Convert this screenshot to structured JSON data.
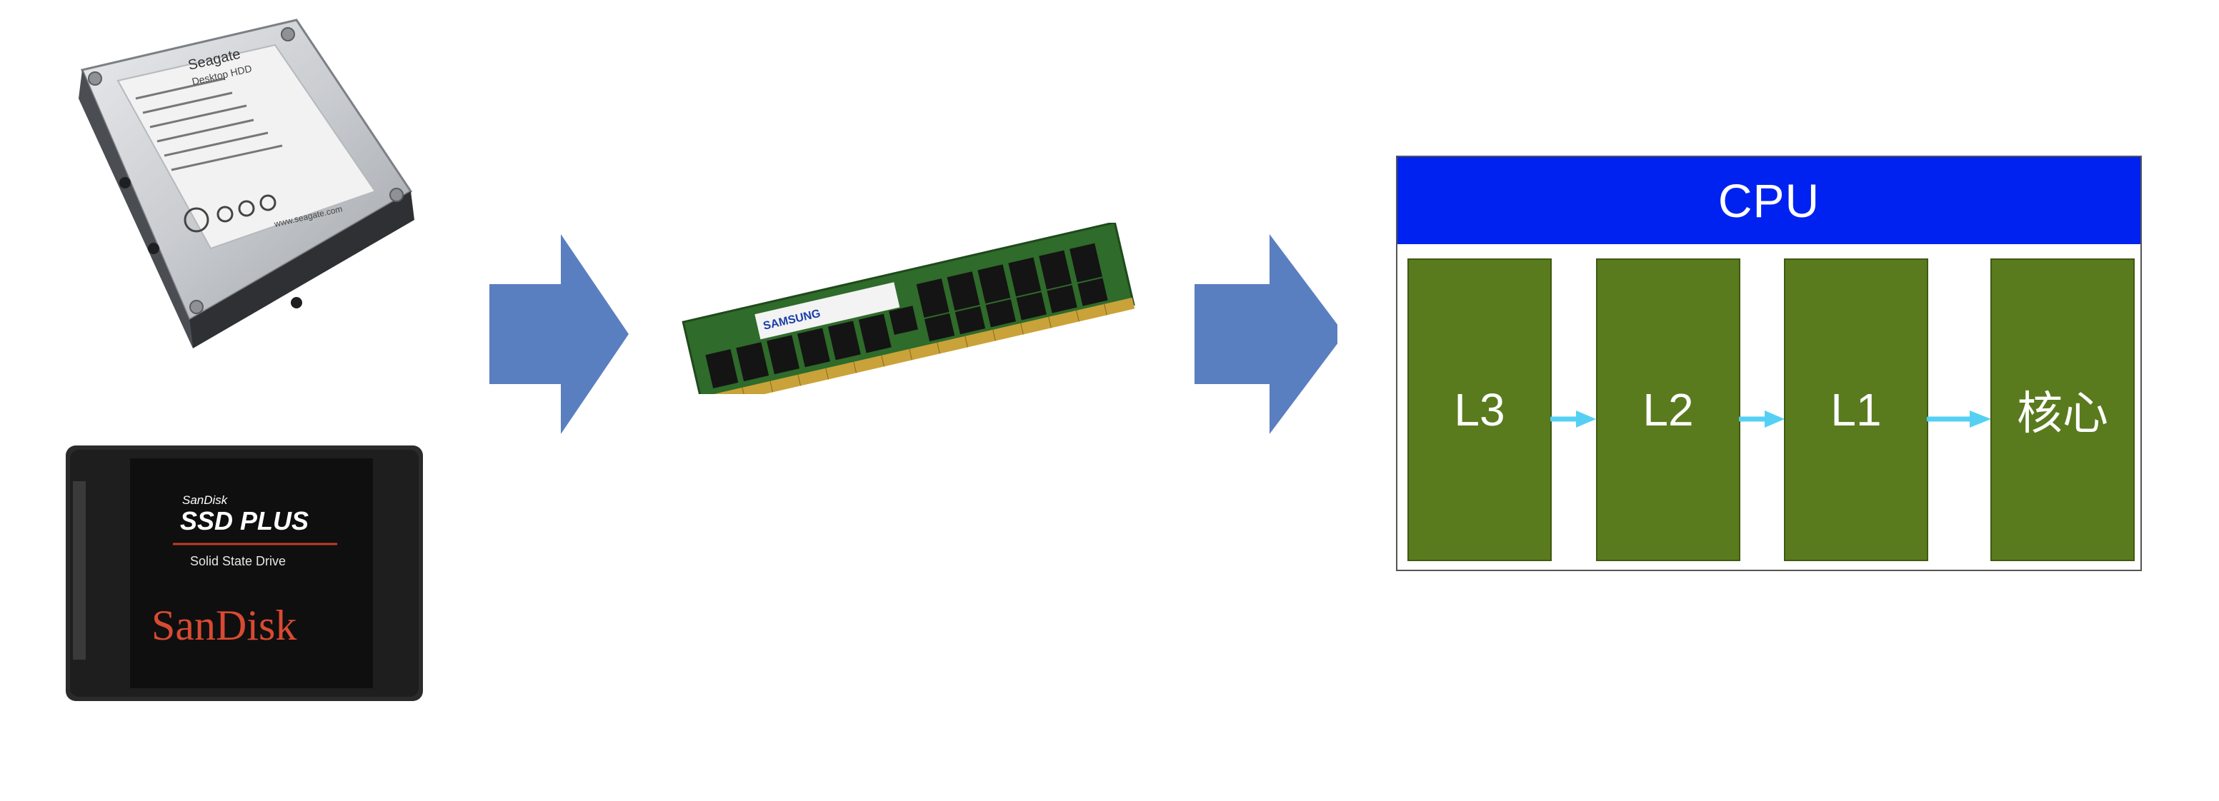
{
  "hdd": {
    "brand": "Seagate",
    "label_lines": [
      "Seagate",
      "Desktop HDD"
    ],
    "website": "www.seagate.com"
  },
  "ssd": {
    "brand_small": "SanDisk",
    "model": "SSD PLUS",
    "subtitle": "Solid State Drive",
    "logo": "SanDisk"
  },
  "ram": {
    "brand": "SAMSUNG"
  },
  "cpu": {
    "title": "CPU",
    "blocks": [
      "L3",
      "L2",
      "L1",
      "核心"
    ]
  },
  "colors": {
    "big_arrow": "#5a7fc0",
    "cpu_header": "#0022f0",
    "cache_block": "#5a7a1e",
    "small_arrow": "#55d0f5"
  },
  "icons": {
    "big_arrow": "right-arrow-icon",
    "small_arrow": "small-right-arrow-icon"
  }
}
